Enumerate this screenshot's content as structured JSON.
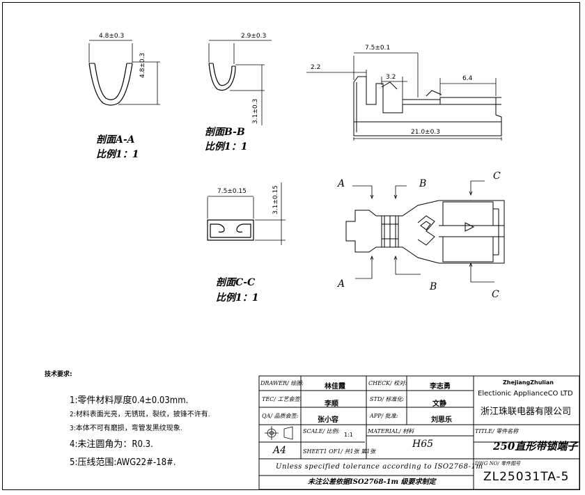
{
  "sections": {
    "aa": {
      "title": "剖面A-A",
      "scale": "比例1：1",
      "dim_width": "4.8±0.3",
      "dim_height": "4.8±0.3"
    },
    "bb": {
      "title": "剖面B-B",
      "scale": "比例1：1",
      "dim_width": "2.9±0.3",
      "dim_height": "3.1±0.3"
    },
    "cc": {
      "title": "剖面C-C",
      "scale": "比例1：1",
      "dim_width": "7.5±0.15",
      "dim_height": "3.1±0.15"
    }
  },
  "side_view": {
    "dim_top": "7.5±0.1",
    "dim_left": "2.2",
    "dim_mid": "3.2",
    "dim_right": "6.4",
    "dim_overall": "21.0±0.3"
  },
  "top_view": {
    "label_a1": "A",
    "label_b1": "B",
    "label_c1": "C",
    "label_a2": "A",
    "label_b2": "B",
    "label_c2": "C"
  },
  "notes": {
    "heading": "技术要求:",
    "items": [
      "1:零件材料厚度0.4±0.03mm.",
      "2:材料表面光亮，无锈斑，裂纹，披锋不许有.",
      "3:本体不可有磨损，弯管发黑纹现象.",
      "4:未注圆角为：R0.3.",
      "5:压线范围:AWG22#-18#."
    ]
  },
  "title_block": {
    "drawer_label": "DRAWER/ 绘图:",
    "drawer_value": "林佳霞",
    "check_label": "CHECK/ 校对:",
    "check_value": "李志勇",
    "tec_label": "TEC/ 工艺会签:",
    "tec_value": "李顺",
    "std_label": "STD/ 标准化:",
    "std_value": "文静",
    "qa_label": "QA/ 品质会签:",
    "qa_value": "张小容",
    "app_label": "APP/ 批准:",
    "app_value": "刘思乐",
    "scale_label": "SCALE/ 比例:",
    "scale_value": "1:1",
    "material_label": "MATERIAL/ 材料",
    "material_value": "H65",
    "title_label": "TITLE/ 零件名称",
    "title_value": "250直形带锁端子",
    "sheet_label": "SHEET1 OF1/ 共1张 第1张",
    "paper_size": "A4",
    "tolerance_en": "Unless specified tolerance according to ISO2768-1m",
    "tolerance_cn": "未注公差依据ISO2768-1m 级要求制定",
    "dwg_label": "DWG NO/ 零件图号",
    "dwg_value": "ZL25031TA-5",
    "company_en1": "ZhejiangZhulian",
    "company_en2": "Electionic ApplianceCO LTD",
    "company_cn": "浙江珠联电器有限公司"
  }
}
